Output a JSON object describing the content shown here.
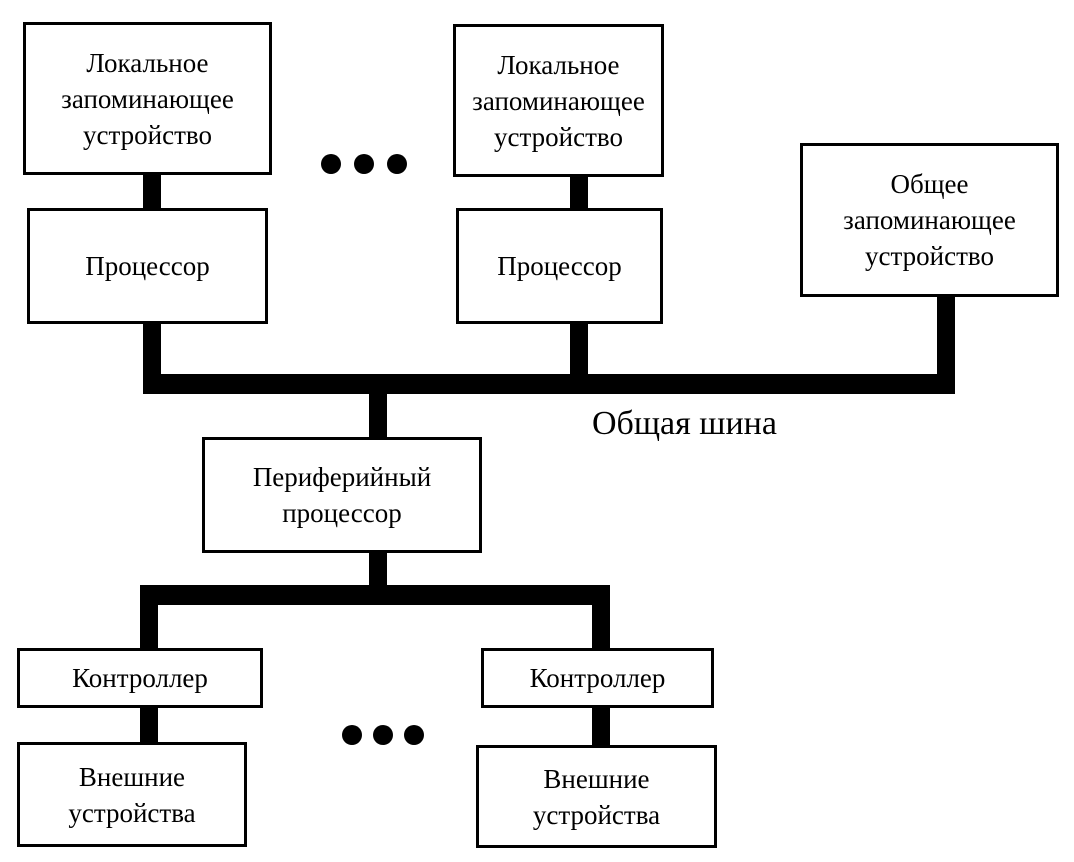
{
  "diagram": {
    "local_memory_1": "Локальное\nзапоминающее\nустройство",
    "local_memory_2": "Локальное\nзапоминающее\nустройство",
    "processor_1": "Процессор",
    "processor_2": "Процессор",
    "shared_memory": "Общее\nзапоминающее\nустройство",
    "bus_label": "Общая шина",
    "peripheral_processor": "Периферийный\nпроцессор",
    "controller_1": "Контроллер",
    "controller_2": "Контроллер",
    "external_devices_1": "Внешние\nустройства",
    "external_devices_2": "Внешние\nустройства",
    "ellipsis_top": "…",
    "ellipsis_bottom": "…"
  }
}
